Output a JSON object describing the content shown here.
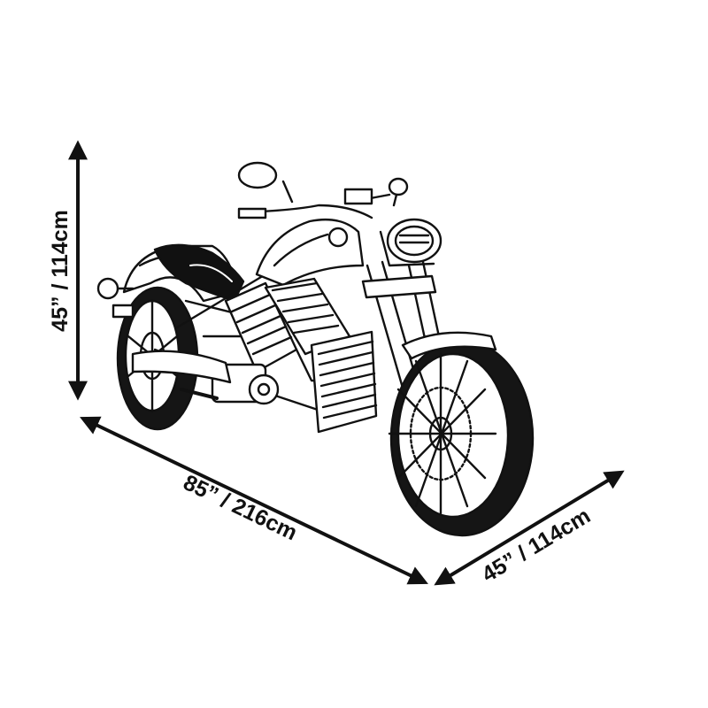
{
  "dimensions": {
    "height": "45” / 114cm",
    "length": "85” / 216cm",
    "width": "45” / 114cm"
  },
  "colors": {
    "ink": "#111111",
    "background": "#ffffff",
    "tire": "#151515"
  }
}
